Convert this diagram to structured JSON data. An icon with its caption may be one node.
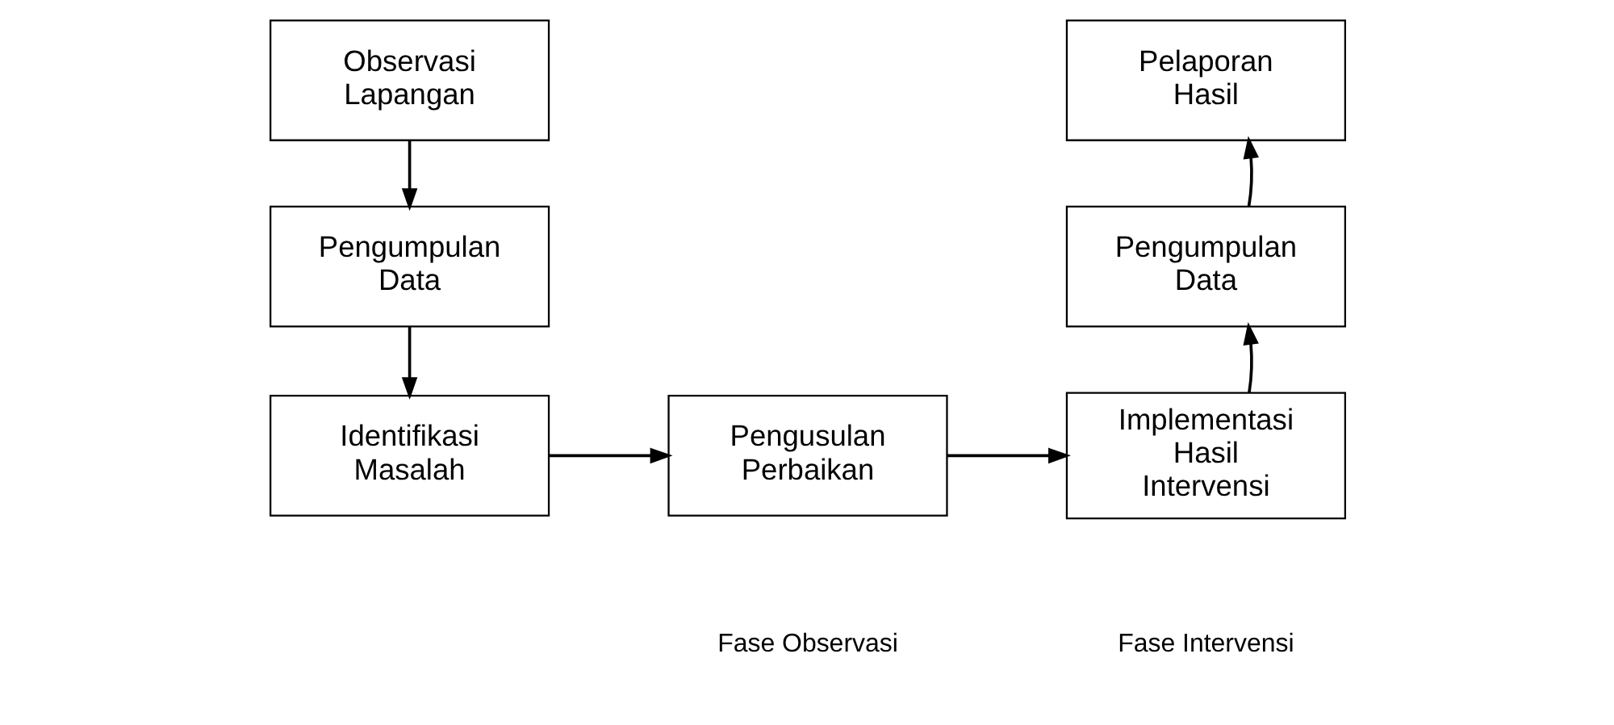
{
  "diagram": {
    "nodes": [
      {
        "text": [
          "Observasi Lapangan"
        ]
      },
      {
        "text": [
          "Pengumpulan Data"
        ]
      },
      {
        "text": [
          "Identifikasi Masalah"
        ]
      },
      {
        "text": [
          "Pengusulan Perbaikan"
        ]
      },
      {
        "text": [
          "Implementasi Hasil Intervensi"
        ]
      },
      {
        "text": [
          "Pengumpulan Data"
        ]
      },
      {
        "text": [
          "Pelaporan Hasil"
        ]
      }
    ],
    "edges": [
      {
        "from": 0,
        "to": 1,
        "arrow": "to"
      },
      {
        "from": 1,
        "to": 2,
        "arrow": "to"
      },
      {
        "from": 2,
        "to": 3,
        "arrow": "to"
      },
      {
        "from": 3,
        "to": 4,
        "arrow": "to"
      },
      {
        "from": 4,
        "to": 5,
        "arrow": "to"
      },
      {
        "from": 5,
        "to": 6,
        "arrow": "to"
      }
    ],
    "labels": [
      "Fase Observasi",
      "Fase Intervensi"
    ]
  }
}
